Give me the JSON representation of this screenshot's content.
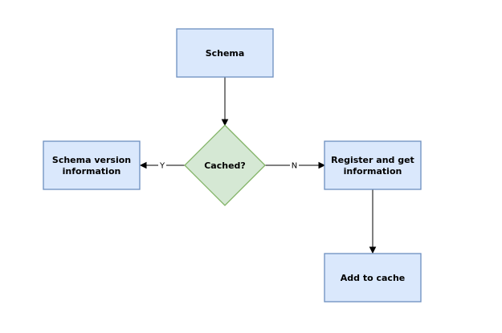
{
  "nodes": {
    "schema": {
      "label": "Schema"
    },
    "cached": {
      "label": "Cached?"
    },
    "schema_version": {
      "line1": "Schema version",
      "line2": "information"
    },
    "register": {
      "line1": "Register and get",
      "line2": "information"
    },
    "add_cache": {
      "label": "Add to cache"
    }
  },
  "edges": {
    "yes_label": "Y",
    "no_label": "N"
  },
  "colors": {
    "process_fill": "#dae8fc",
    "process_stroke": "#6c8ebf",
    "decision_fill": "#d5e8d4",
    "decision_stroke": "#82b366"
  }
}
